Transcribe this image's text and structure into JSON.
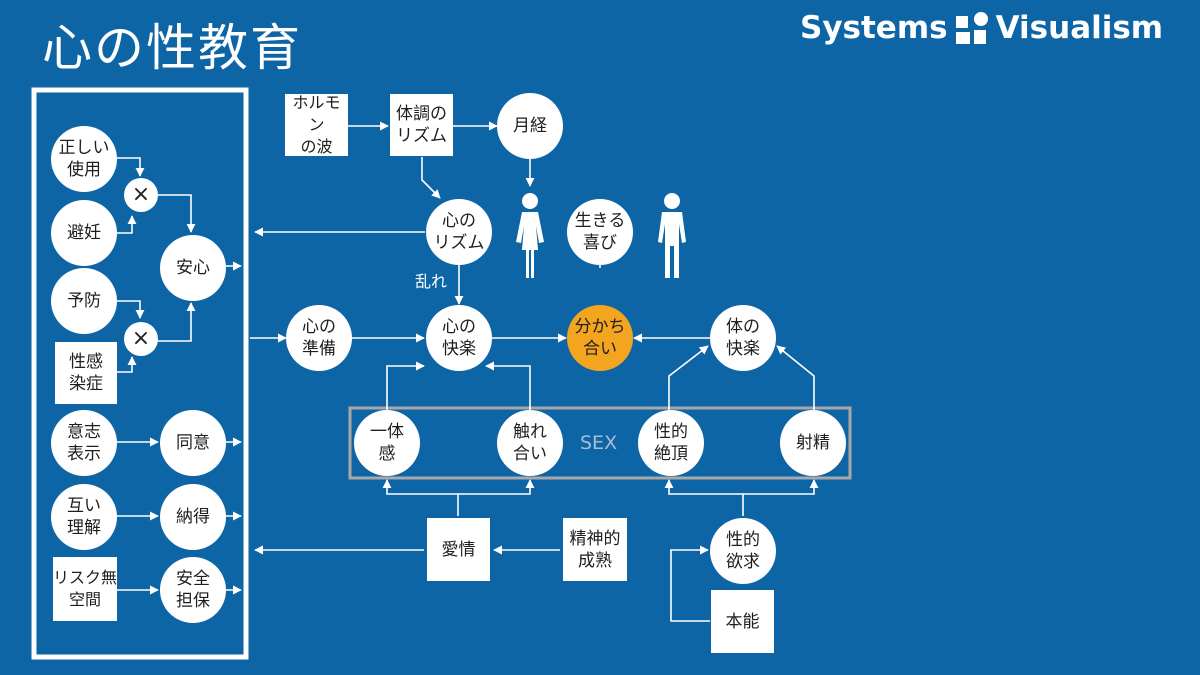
{
  "title": "心の性教育",
  "brand": {
    "left": "Systems",
    "right": "Visualism"
  },
  "colors": {
    "background": "#0e65a6",
    "node": "#ffffff",
    "highlight": "#f3a51f",
    "sex_frame": "#a8a8a8"
  },
  "nodes": {
    "correct_use": "正しい\n使用",
    "times1": "×",
    "contraception": "避妊",
    "relief": "安心",
    "prevention": "予防",
    "times2": "×",
    "sti": "性感\n染症",
    "intention": "意志\n表示",
    "consent": "同意",
    "mutual_understanding": "互い\n理解",
    "acceptance": "納得",
    "riskless_space": "リスク無\n空間",
    "safety": "安全\n担保",
    "hormone_wave": "ホルモン\nの波",
    "body_rhythm": "体調の\nリズム",
    "menstruation": "月経",
    "mind_rhythm": "心の\nリズム",
    "joy_of_living": "生きる\n喜び",
    "mind_preparation": "心の\n準備",
    "mind_pleasure": "心の\n快楽",
    "sharing": "分かち\n合い",
    "body_pleasure": "体の\n快楽",
    "unity": "一体\n感",
    "touching": "触れ\n合い",
    "climax": "性的\n絶頂",
    "ejaculation": "射精",
    "affection": "愛情",
    "mental_maturity": "精神的\n成熟",
    "sexual_desire": "性的\n欲求",
    "instinct": "本能"
  },
  "labels": {
    "sex": "SEX",
    "disturbance": "乱れ"
  },
  "icons": {
    "female": "female-figure-icon",
    "male": "male-figure-icon",
    "logo": "systems-visualism-logo-icon"
  }
}
